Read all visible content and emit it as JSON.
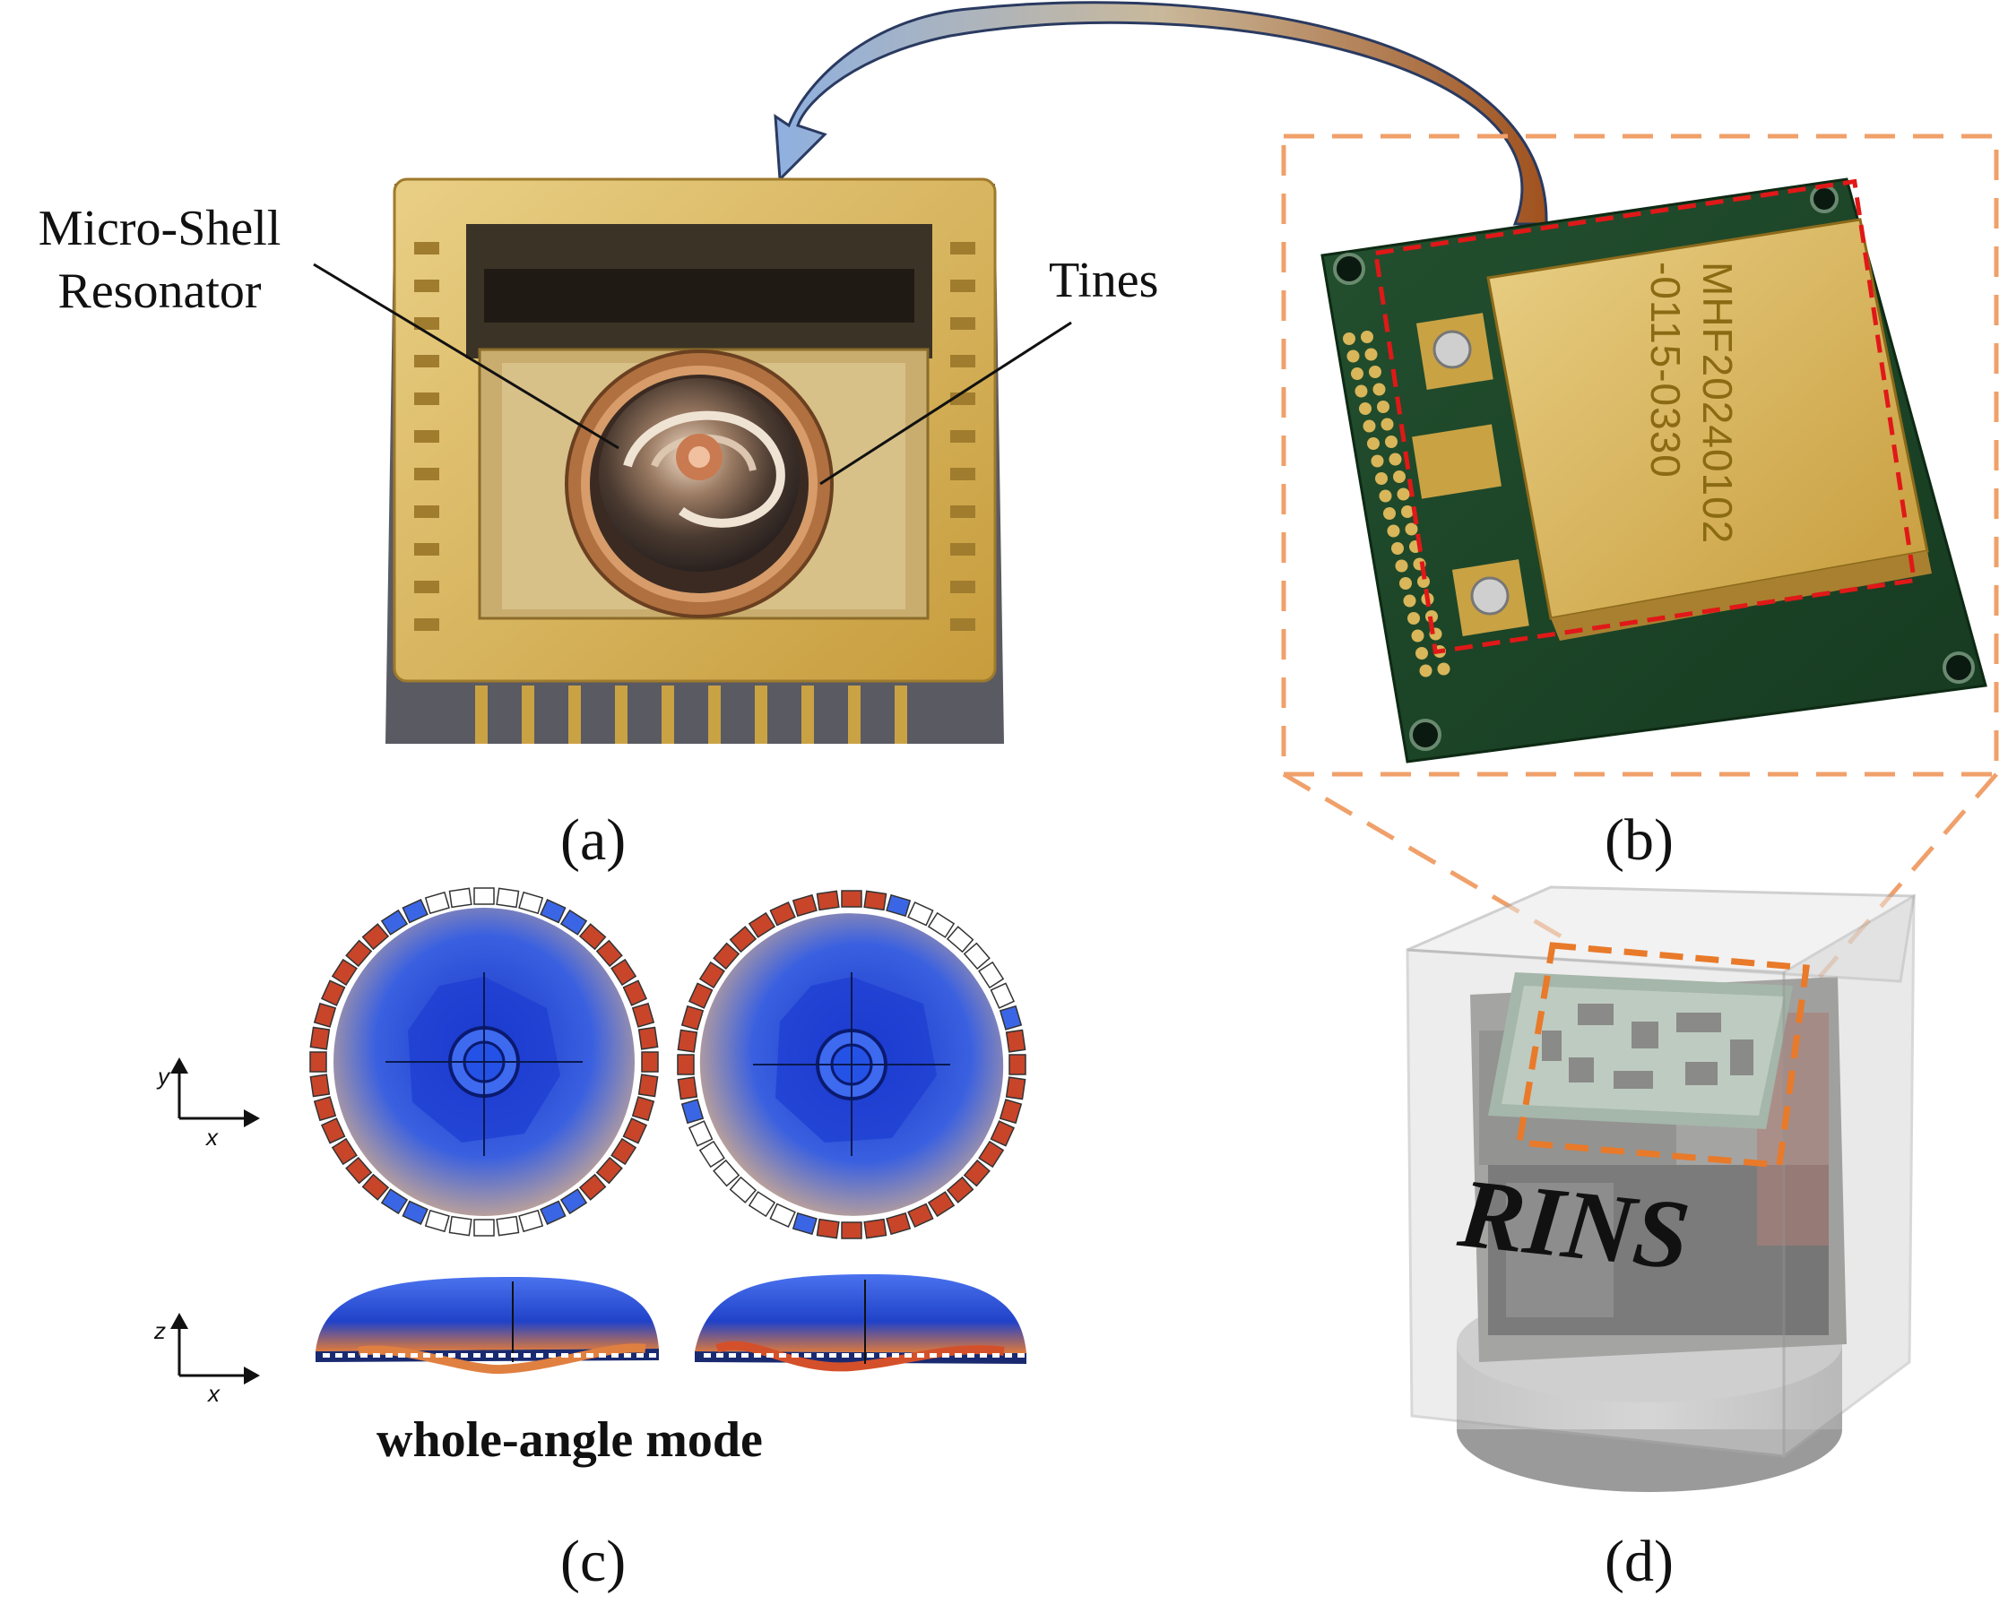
{
  "panels": {
    "a": {
      "label": "(a)",
      "callouts": {
        "shell_line1": "Micro-Shell",
        "shell_line2": "Resonator",
        "tines": "Tines"
      }
    },
    "b": {
      "label": "(b)",
      "chip_line1": "MHF20240102",
      "chip_line2": "-0115-0330"
    },
    "c": {
      "label": "(c)",
      "caption": "whole-angle mode",
      "axes_top": {
        "vertical": "y",
        "horizontal": "x"
      },
      "axes_bottom": {
        "vertical": "z",
        "horizontal": "x"
      }
    },
    "d": {
      "label": "(d)",
      "box_text": "RINS"
    }
  },
  "colors": {
    "orange_dashed": "#f0a06a",
    "red_dashed": "#e01818",
    "pcb_green": "#1e4a2a",
    "gold": "#d9b65a",
    "mode_blue": "#2a4fd6",
    "mode_red": "#c8452a"
  }
}
